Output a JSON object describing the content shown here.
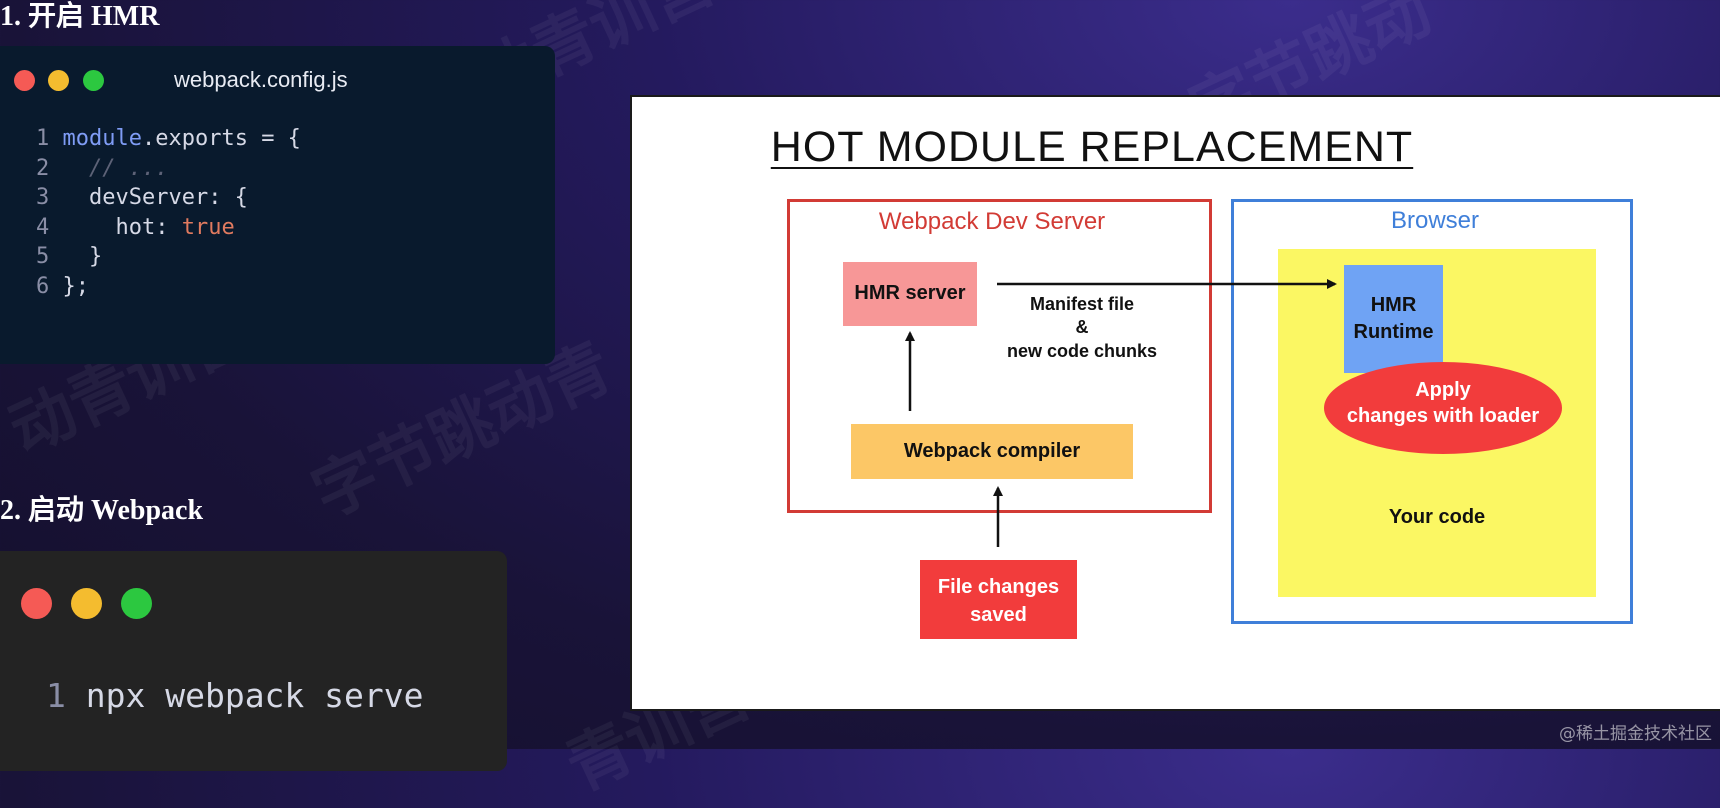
{
  "section1": {
    "heading": "1. 开启 HMR"
  },
  "config_editor": {
    "filename": "webpack.config.js",
    "lines": [
      {
        "num": "1",
        "parts": [
          {
            "t": "module",
            "c": "kw"
          },
          {
            "t": ".exports = {",
            "c": "pl"
          }
        ]
      },
      {
        "num": "2",
        "parts": [
          {
            "t": "  // ...",
            "c": "cm"
          }
        ]
      },
      {
        "num": "3",
        "parts": [
          {
            "t": "  devServer: {",
            "c": "pl"
          }
        ]
      },
      {
        "num": "4",
        "parts": [
          {
            "t": "    hot: ",
            "c": "pl"
          },
          {
            "t": "true",
            "c": "bool"
          }
        ]
      },
      {
        "num": "5",
        "parts": [
          {
            "t": "  }",
            "c": "pl"
          }
        ]
      },
      {
        "num": "6",
        "parts": [
          {
            "t": "};",
            "c": "pl"
          }
        ]
      }
    ]
  },
  "section2": {
    "heading": "2. 启动 Webpack"
  },
  "terminal": {
    "lines": [
      {
        "num": "1",
        "parts": [
          {
            "t": "npx webpack serve",
            "c": "pl"
          }
        ]
      }
    ]
  },
  "diagram": {
    "title": "HOT MODULE REPLACEMENT",
    "dev_server": {
      "label": "Webpack Dev Server",
      "hmr_server": "HMR server",
      "compiler": "Webpack compiler"
    },
    "manifest": {
      "line1": "Manifest file",
      "line2": "&",
      "line3": "new code chunks"
    },
    "file_changes": {
      "line1": "File changes",
      "line2": "saved"
    },
    "browser": {
      "label": "Browser",
      "runtime_line1": "HMR",
      "runtime_line2": "Runtime",
      "apply_line1": "Apply",
      "apply_line2": "changes with loader",
      "your_code": "Your code"
    }
  },
  "footer": {
    "credit": "@稀土掘金技术社区"
  },
  "colors": {
    "dev_server_border": "#d23b35",
    "browser_border": "#3f7fd9",
    "hmr_server_fill": "#f79797",
    "compiler_fill": "#fcc766",
    "file_changes_fill": "#f23c3c",
    "your_code_fill": "#fbf763",
    "runtime_fill": "#6fa3f4",
    "apply_fill": "#f23c3c"
  }
}
